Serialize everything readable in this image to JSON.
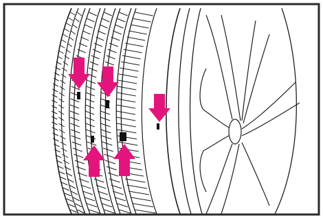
{
  "diagram": {
    "subject": "tire-tread-wear-indicators",
    "colors": {
      "line": "#1e1e1e",
      "arrow": "#e3157d",
      "indicator": "#111111",
      "frame": "#2b2b2b",
      "background": "#ffffff"
    },
    "indicator_count": 5,
    "arrows": {
      "pointing_down": 3,
      "pointing_up": 2
    }
  }
}
